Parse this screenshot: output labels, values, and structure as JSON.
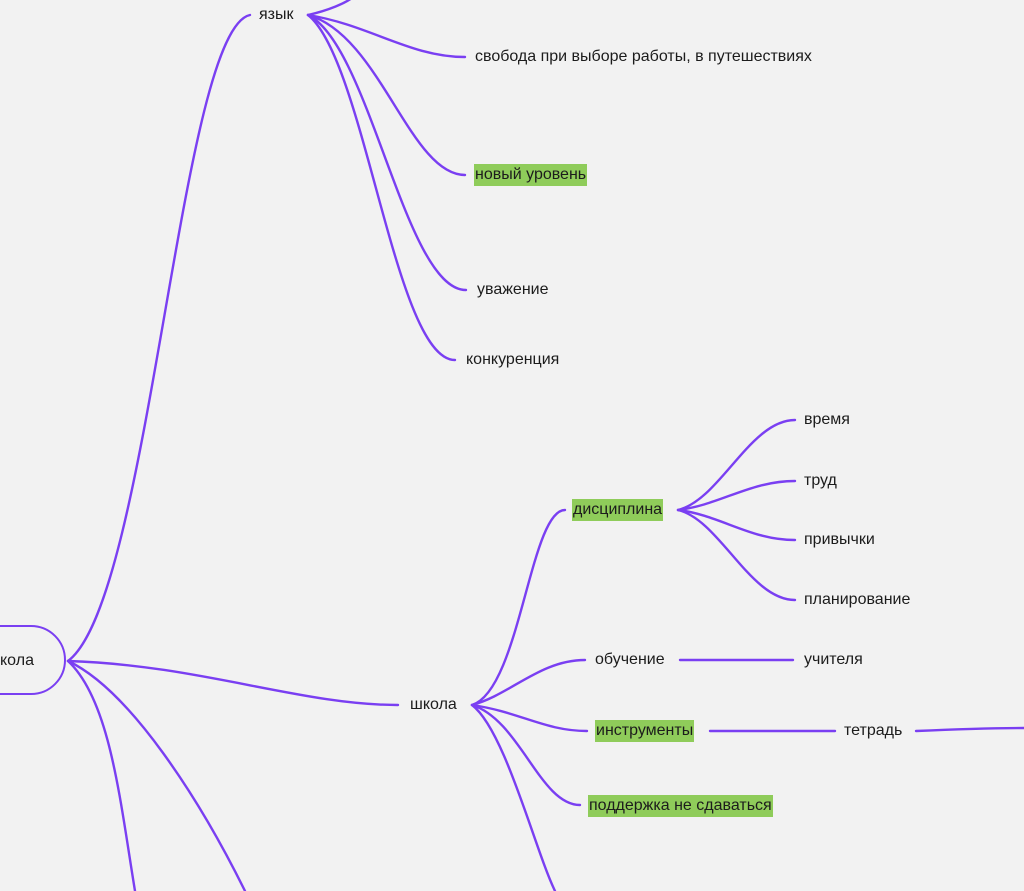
{
  "colors": {
    "edge": "#7a3ff2",
    "highlight": "#8fcc5a",
    "background": "#f2f2f2"
  },
  "root": {
    "label": "кола"
  },
  "nodes": {
    "yazyk": "язык",
    "svoboda": "свобода при выборе работы, в путешествиях",
    "noviy_uroven": "новый уровень",
    "uvazhenie": "уважение",
    "konkurentsiya": "конкуренция",
    "shkola": "школа",
    "distsiplina": "дисциплина",
    "vremya": "время",
    "trud": "труд",
    "privychki": "привычки",
    "planirovanie": "планирование",
    "obuchenie": "обучение",
    "uchitelya": "учителя",
    "instrumenty": "инструменты",
    "tetrad": "тетрадь",
    "podderzhka": "поддержка не сдаваться"
  }
}
